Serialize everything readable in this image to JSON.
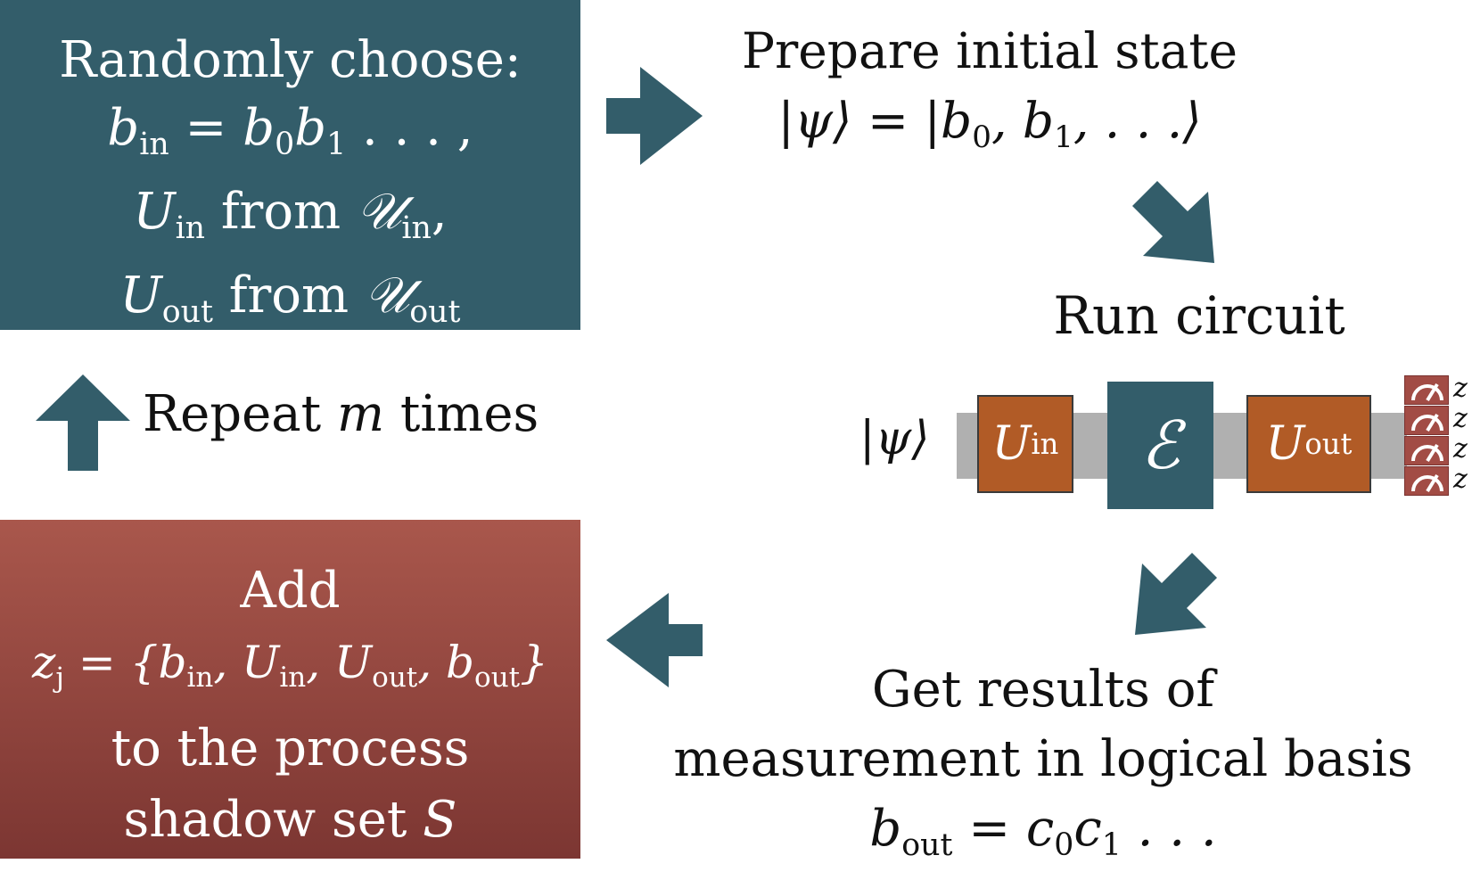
{
  "colors": {
    "teal": "#335d6a",
    "orange": "#b15b26",
    "red": "#a9574c",
    "wire": "#b0b0b0"
  },
  "choose_box": {
    "title": "Randomly choose:",
    "b_sym": "b",
    "b_in_sub": "in",
    "b_rhs": "= b",
    "b0_sub": "0",
    "b1_text": "b",
    "b1_sub": "1",
    "b_tail": " . . . ,",
    "u_in_sym": "U",
    "u_in_sub": "in",
    "u_in_from": " from ",
    "u_in_set": "𝒰",
    "u_in_set_sub": "in",
    "u_in_tail": ",",
    "u_out_sym": "U",
    "u_out_sub": "out",
    "u_out_from": " from ",
    "u_out_set": "𝒰",
    "u_out_set_sub": "out"
  },
  "prepare": {
    "title": "Prepare initial state",
    "state_lhs": "|ψ⟩ = |b",
    "s0": "0",
    "mid": ", b",
    "s1": "1",
    "tail": ", . . .⟩"
  },
  "repeat": {
    "label_pre": "Repeat ",
    "m": "m",
    "label_post": " times"
  },
  "run": {
    "title": "Run circuit",
    "psi": "|ψ⟩"
  },
  "circuit": {
    "u_in_sym": "U",
    "u_in_sub": "in",
    "channel": "ℰ",
    "u_out_sym": "U",
    "u_out_sub": "out",
    "z_labels": [
      "z",
      "z",
      "z",
      "z"
    ]
  },
  "add_box": {
    "title": "Add",
    "z_sym": "z",
    "z_sub": "j",
    "eq": " = {b",
    "b_in_sub": "in",
    "u_in": ", U",
    "u_in_sub": "in",
    "u_out": ", U",
    "u_out_sub": "out",
    "b_out": ", b",
    "b_out_sub": "out",
    "close": "}",
    "line3": "to the process",
    "line4_pre": "shadow set ",
    "line4_s": "S"
  },
  "results": {
    "line1": "Get results of",
    "line2": "measurement in logical basis",
    "b_sym": "b",
    "b_sub": "out",
    "rhs": " = c",
    "c0_sub": "0",
    "c1": "c",
    "c1_sub": "1",
    "tail": " . . ."
  }
}
